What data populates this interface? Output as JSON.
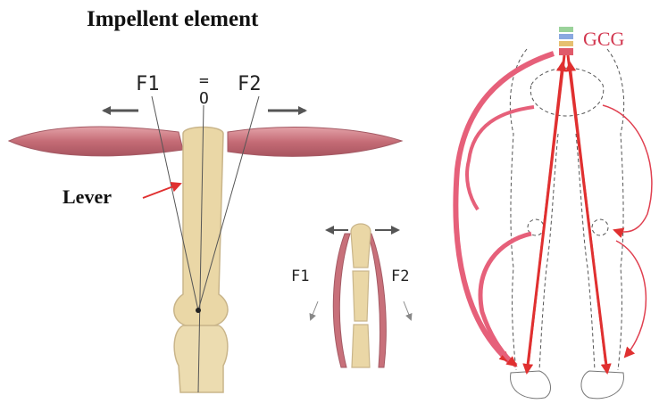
{
  "left_panel": {
    "title": "Impellent element",
    "lever_label": "Lever",
    "force_left": "F1",
    "equals_sign": "=",
    "pivot_label": "O",
    "force_right": "F2"
  },
  "middle_panel": {
    "force_left": "F1",
    "force_right": "F2"
  },
  "right_panel": {
    "center_label": "GCG"
  },
  "colors": {
    "muscle": "#c8707a",
    "bone": "#ead7a6",
    "arrow_dark": "#555555",
    "arrow_red": "#e03030",
    "gcg_red": "#d2374f",
    "loop_pink": "#e6607a"
  }
}
